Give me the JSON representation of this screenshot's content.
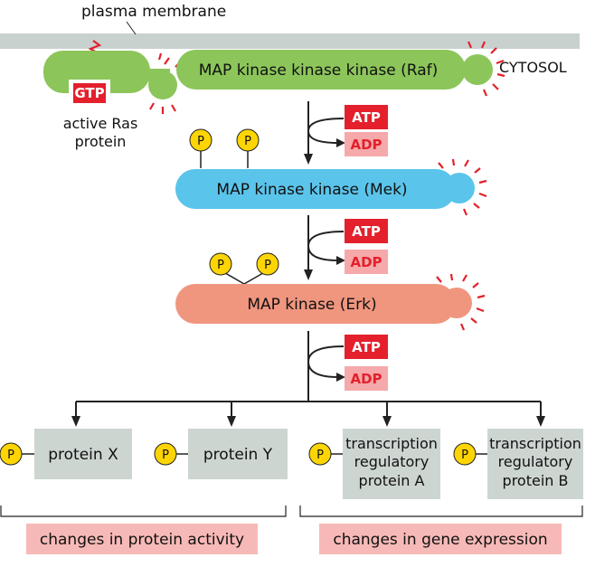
{
  "membrane": {
    "label": "plasma membrane",
    "cytosol_label": "CYTOSOL"
  },
  "ras": {
    "gtp_label": "GTP",
    "label_line1": "active Ras",
    "label_line2": "protein"
  },
  "kinases": {
    "mapkkk": "MAP kinase kinase kinase (Raf)",
    "mapkk": "MAP kinase kinase (Mek)",
    "mapk": "MAP kinase (Erk)"
  },
  "nucleotides": {
    "atp": "ATP",
    "adp": "ADP"
  },
  "phosphate_label": "P",
  "targets": {
    "protein_x": "protein X",
    "protein_y": "protein Y",
    "tf_a": [
      "transcription",
      "regulatory",
      "protein A"
    ],
    "tf_b": [
      "transcription",
      "regulatory",
      "protein B"
    ]
  },
  "outcomes": {
    "protein_activity": "changes in protein activity",
    "gene_expression": "changes in gene expression"
  },
  "colors": {
    "membrane": "#c8d1ce",
    "raf": "#8cc55a",
    "mek": "#5bc4ea",
    "erk": "#f0967f",
    "atp_box": "#e3202c",
    "adp_box": "#f5a9ab",
    "adp_text": "#e3202c",
    "phosphate": "#fdd504",
    "target_box": "#cdd5d1",
    "outcome_box": "#f7b9b7",
    "activation_rays": "#e3202c"
  }
}
